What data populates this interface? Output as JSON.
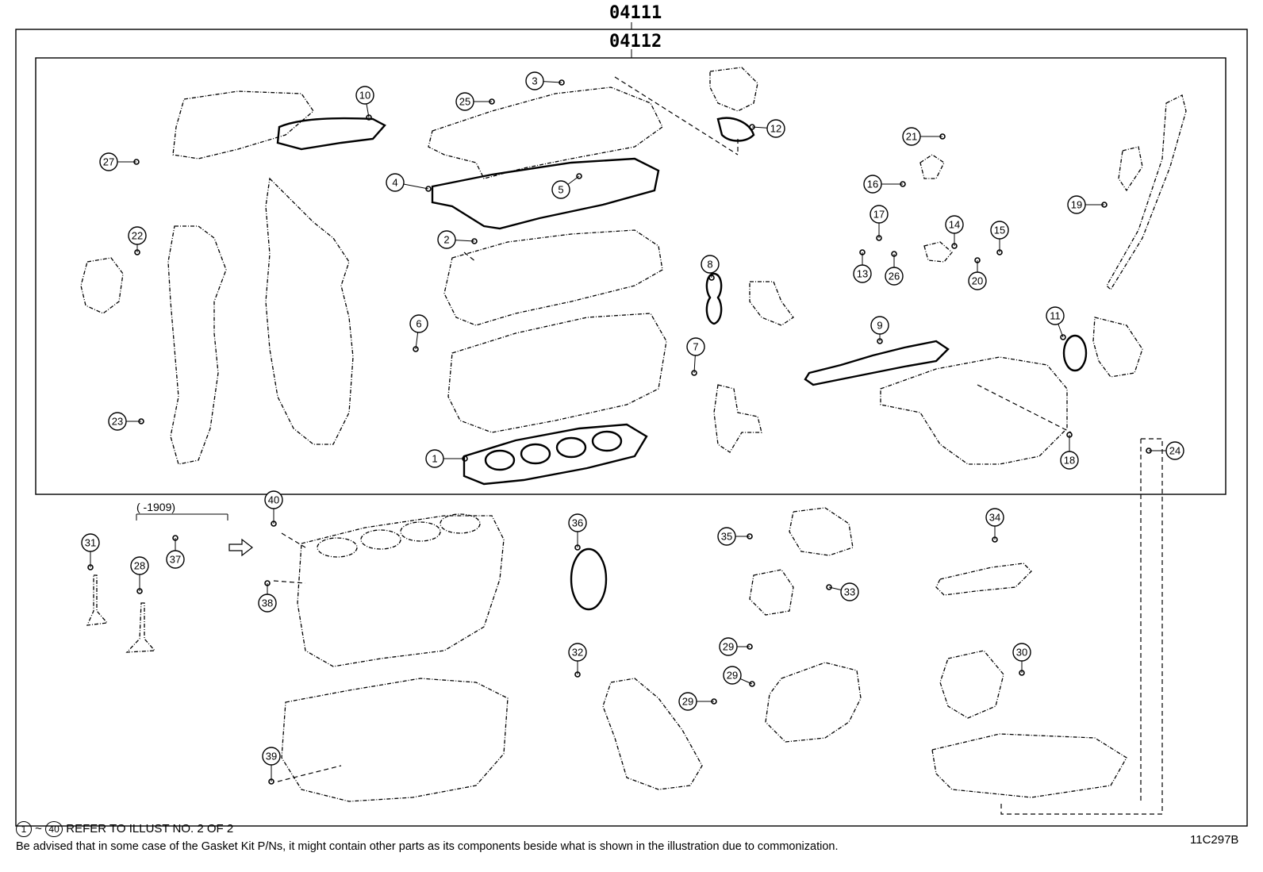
{
  "header": {
    "kit_code_outer": "04111",
    "kit_code_inner": "04112"
  },
  "range_note": "( -1909)",
  "callouts": [
    {
      "num": "1"
    },
    {
      "num": "2"
    },
    {
      "num": "3"
    },
    {
      "num": "4"
    },
    {
      "num": "5"
    },
    {
      "num": "6"
    },
    {
      "num": "7"
    },
    {
      "num": "8"
    },
    {
      "num": "9"
    },
    {
      "num": "10"
    },
    {
      "num": "11"
    },
    {
      "num": "12"
    },
    {
      "num": "13"
    },
    {
      "num": "14"
    },
    {
      "num": "15"
    },
    {
      "num": "16"
    },
    {
      "num": "17"
    },
    {
      "num": "18"
    },
    {
      "num": "19"
    },
    {
      "num": "20"
    },
    {
      "num": "21"
    },
    {
      "num": "22"
    },
    {
      "num": "23"
    },
    {
      "num": "24"
    },
    {
      "num": "25"
    },
    {
      "num": "26"
    },
    {
      "num": "27"
    },
    {
      "num": "28"
    },
    {
      "num": "29"
    },
    {
      "num": "29"
    },
    {
      "num": "29"
    },
    {
      "num": "30"
    },
    {
      "num": "31"
    },
    {
      "num": "32"
    },
    {
      "num": "33"
    },
    {
      "num": "34"
    },
    {
      "num": "35"
    },
    {
      "num": "36"
    },
    {
      "num": "37"
    },
    {
      "num": "38"
    },
    {
      "num": "39"
    },
    {
      "num": "40"
    }
  ],
  "footer": {
    "range_start": "1",
    "range_sep": "~",
    "range_end": "40",
    "refer_text": "REFER TO ILLUST NO. 2 OF 2",
    "disclaimer": "Be advised that in some case of the Gasket Kit P/Ns,  it might contain other parts as its components beside what is shown in the illustration due to commonization.",
    "illustration_id": "11C297B"
  }
}
